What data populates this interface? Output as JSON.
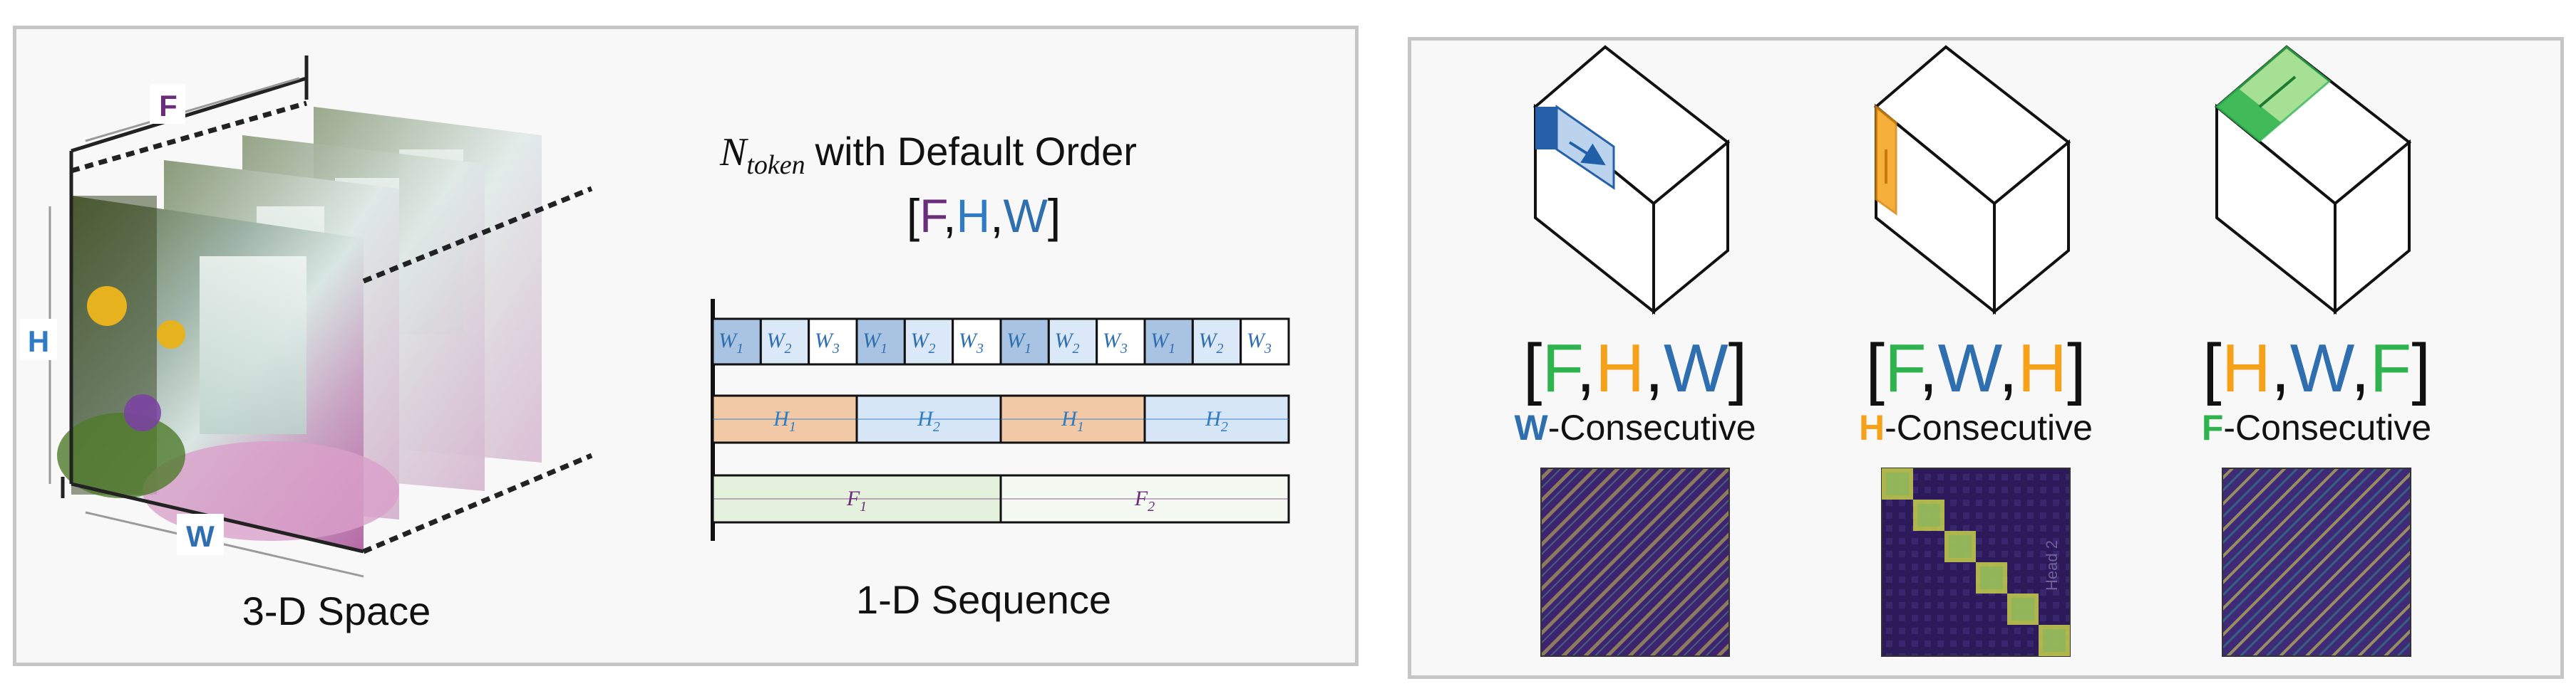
{
  "left_panel": {
    "cube_label": "3-D Space",
    "axes": {
      "f": "F",
      "h": "H",
      "w": "W"
    },
    "ntoken_symbol": "N",
    "ntoken_sub": "token",
    "ntoken_text": "with Default Order",
    "order": {
      "open": "[",
      "a": "F",
      "sep1": ",",
      "b": "H",
      "sep2": ",",
      "c": "W",
      "close": "]"
    },
    "sequence_label": "1-D Sequence",
    "w_row": [
      "W",
      "1",
      "W",
      "2",
      "W",
      "3"
    ],
    "h_row": [
      {
        "base": "H",
        "sub": "1"
      },
      {
        "base": "H",
        "sub": "2"
      },
      {
        "base": "H",
        "sub": "1"
      },
      {
        "base": "H",
        "sub": "2"
      }
    ],
    "f_row": [
      {
        "base": "F",
        "sub": "1"
      },
      {
        "base": "F",
        "sub": "2"
      }
    ]
  },
  "right_panel": {
    "orders": [
      {
        "tokens": [
          "[",
          "F",
          ",",
          "H",
          ",",
          "W",
          "]"
        ],
        "caption_letter": "W",
        "caption_rest": "-Consecutive",
        "heatmap_label": ""
      },
      {
        "tokens": [
          "[",
          "F",
          ",",
          "W",
          ",",
          "H",
          "]"
        ],
        "caption_letter": "H",
        "caption_rest": "-Consecutive",
        "heatmap_label": "Head 2"
      },
      {
        "tokens": [
          "[",
          "H",
          ",",
          "W",
          ",",
          "F",
          "]"
        ],
        "caption_letter": "F",
        "caption_rest": "-Consecutive",
        "heatmap_label": ""
      }
    ]
  },
  "colors": {
    "f": "#6b2d7a",
    "h": "#2f7bc4",
    "w": "#2f6fb0",
    "orange": "#f5a21a",
    "green": "#2fb34f",
    "w_cell": "#dbe8f7",
    "w_cell_dark": "#a8c4e2",
    "h_cell_orange": "#f2c9a6",
    "h_cell_blue": "#d6e6f7",
    "f_cell": "#e4f1dc",
    "heat_bg": "#3b1f6e",
    "heat_line": "#d8d34a"
  }
}
